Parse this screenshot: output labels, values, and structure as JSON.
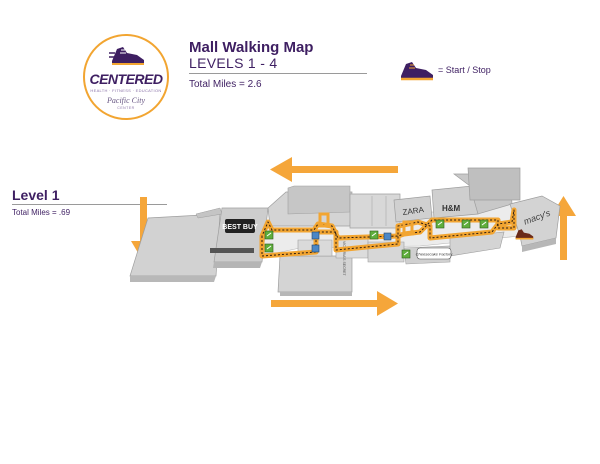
{
  "logo": {
    "brand": "CENTERED",
    "tagline": "HEALTH · FITNESS · EDUCATION",
    "sub": "Pacific City",
    "sub2": "CENTER"
  },
  "header": {
    "title": "Mall Walking Map",
    "levels": "LEVELS 1 - 4",
    "total_miles": "Total Miles = 2.6"
  },
  "legend": {
    "label": "= Start / Stop",
    "icon": "sneaker-icon"
  },
  "level": {
    "title": "Level 1",
    "total_miles": "Total Miles = .69"
  },
  "stores": {
    "bestbuy": "BEST BUY",
    "zara": "ZARA",
    "hm": "H&M",
    "macys": "macy's",
    "cheesecake": "Cheesecake Factory",
    "vs": "VICTORIA'S SECRET"
  },
  "colors": {
    "brand_purple": "#3e1f62",
    "arrow_orange": "#f5a63a",
    "route_orange": "#f2a531",
    "route_dash": "#2a1a12",
    "store_gray": "#d2d2d2",
    "store_side": "#b8b8b8",
    "store_edge": "#9e9e9e",
    "marker_green": "#5fae3d",
    "marker_blue": "#4b87c6"
  }
}
